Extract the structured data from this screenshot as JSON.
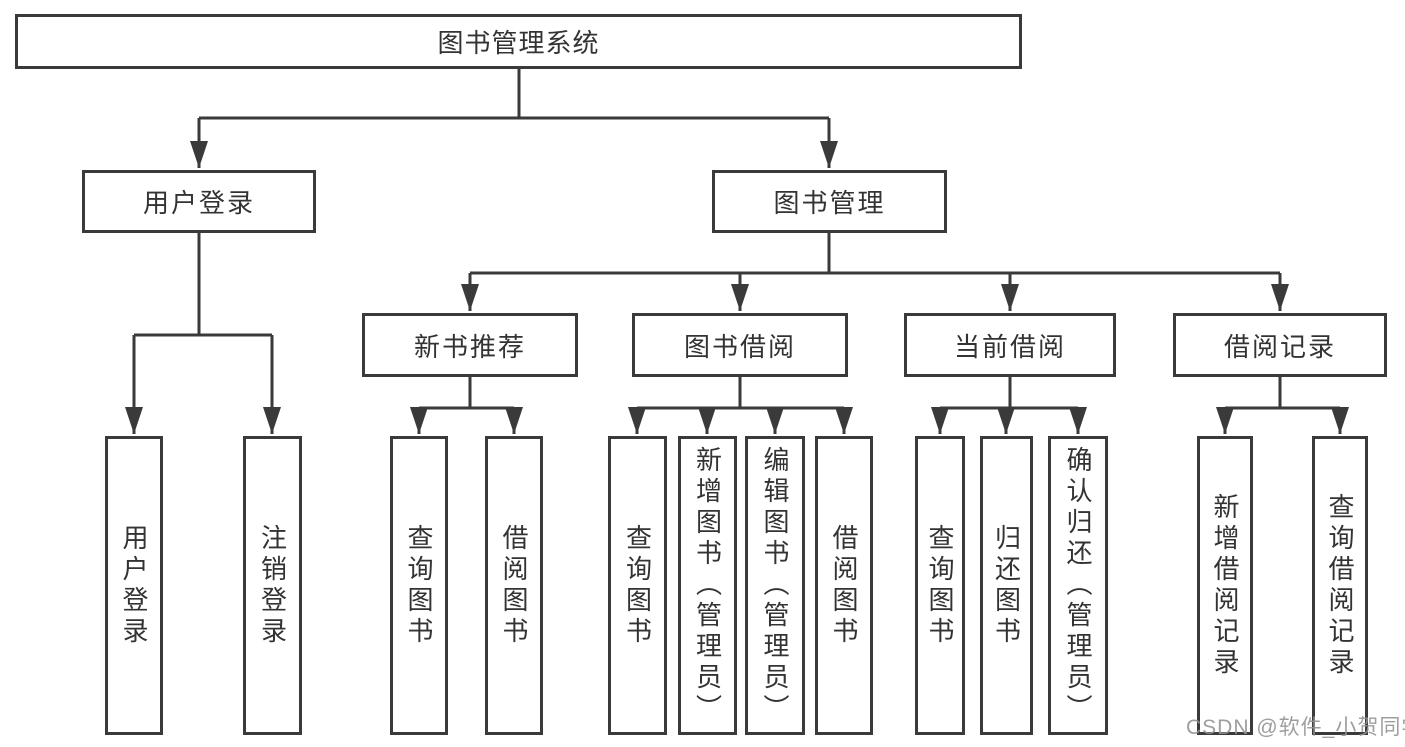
{
  "nodes": {
    "root": "图书管理系统",
    "user_login": "用户登录",
    "book_mgmt": "图书管理",
    "new_book": "新书推荐",
    "book_borrow": "图书借阅",
    "current_borrow": "当前借阅",
    "borrow_record": "借阅记录",
    "leaf_user_login": "用户登录",
    "leaf_logout": "注销登录",
    "leaf_nb_query": "查询图书",
    "leaf_nb_borrow": "借阅图书",
    "leaf_bb_query": "查询图书",
    "leaf_bb_add": "新增图书（管理员）",
    "leaf_bb_edit": "编辑图书（管理员）",
    "leaf_bb_borrow": "借阅图书",
    "leaf_cb_query": "查询图书",
    "leaf_cb_return": "归还图书",
    "leaf_cb_confirm": "确认归还（管理员）",
    "leaf_br_add": "新增借阅记录",
    "leaf_br_query": "查询借阅记录"
  },
  "watermark": "CSDN @软件_小贺同学",
  "colors": {
    "line": "#3a3a3a",
    "text": "#333333",
    "watermark": "#949494",
    "background": "#ffffff"
  }
}
